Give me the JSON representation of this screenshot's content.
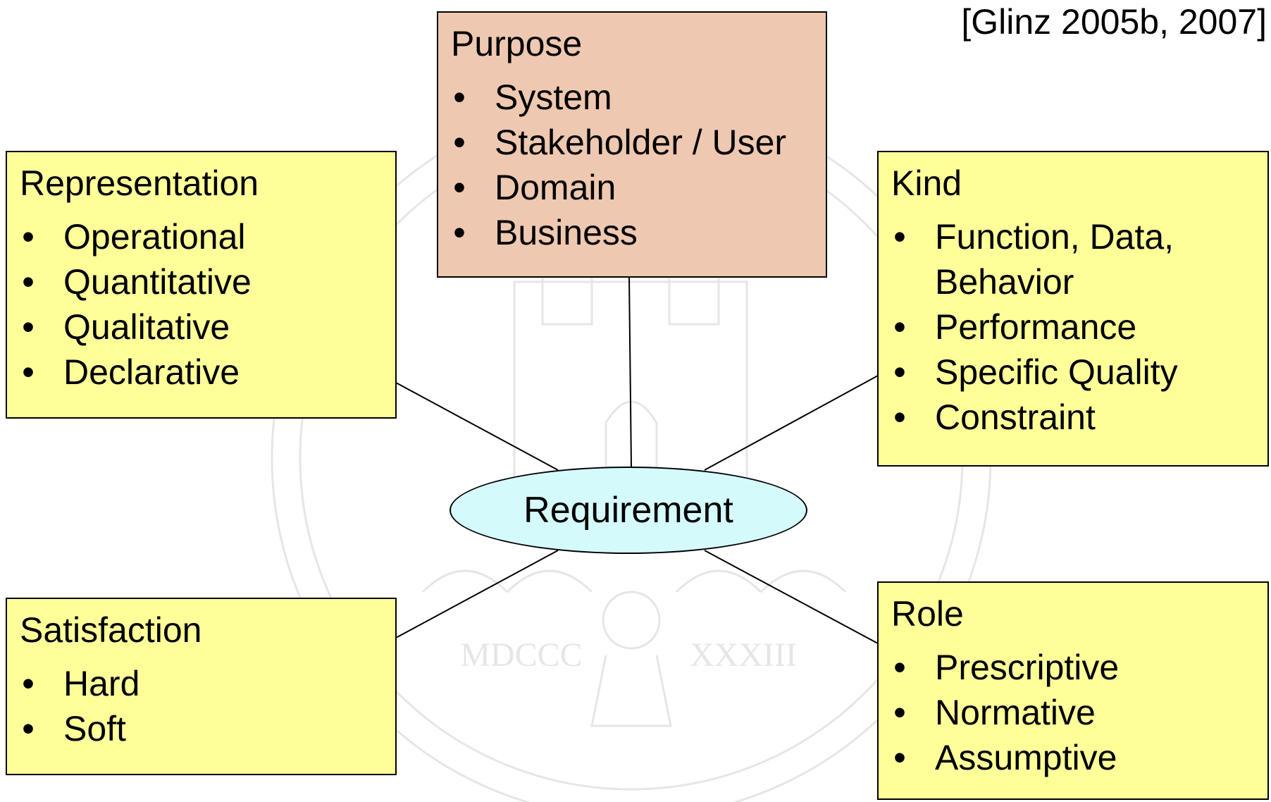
{
  "citation": "[Glinz 2005b, 2007]",
  "center": "Requirement",
  "seal_text": {
    "left": "MDCCC",
    "right": "XXXIII"
  },
  "colors": {
    "category_box": "#ffff99",
    "purpose_box": "#eec8b0",
    "center_ellipse": "#d4fafc",
    "seal_watermark": "#e6e6e6"
  },
  "boxes": {
    "purpose": {
      "title": "Purpose",
      "items": [
        "System",
        "Stakeholder / User",
        "Domain",
        "Business"
      ]
    },
    "representation": {
      "title": "Representation",
      "items": [
        "Operational",
        "Quantitative",
        "Qualitative",
        "Declarative"
      ]
    },
    "kind": {
      "title": "Kind",
      "items": [
        "Function, Data,",
        "Behavior",
        "Performance",
        "Specific Quality",
        "Constraint"
      ]
    },
    "satisfaction": {
      "title": "Satisfaction",
      "items": [
        "Hard",
        "Soft"
      ]
    },
    "role": {
      "title": "Role",
      "items": [
        "Prescriptive",
        "Normative",
        "Assumptive"
      ]
    }
  }
}
